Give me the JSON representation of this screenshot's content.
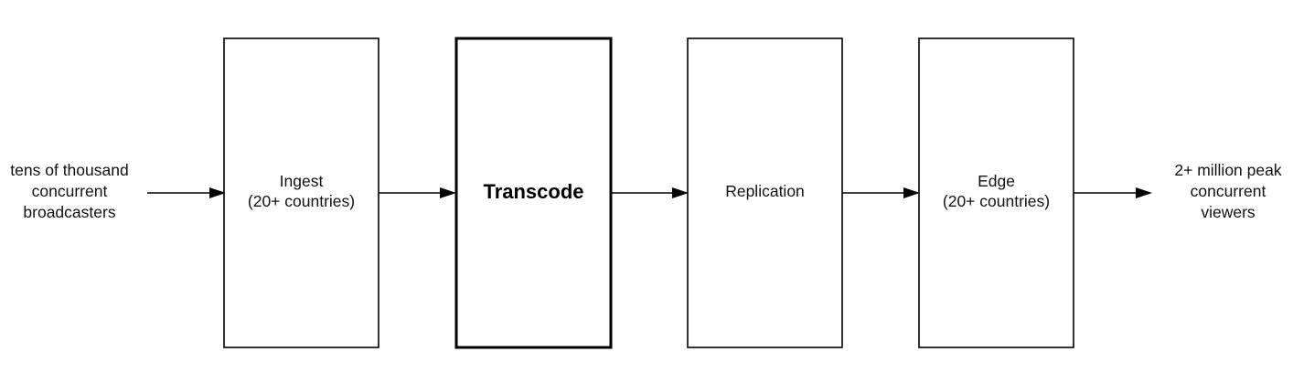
{
  "diagram": {
    "source": {
      "lines": [
        "tens of thousand",
        "concurrent",
        "broadcasters"
      ]
    },
    "stages": [
      {
        "id": "ingest",
        "lines": [
          "Ingest",
          "(20+ countries)"
        ],
        "emphasized": false
      },
      {
        "id": "transcode",
        "lines": [
          "Transcode"
        ],
        "emphasized": true
      },
      {
        "id": "replication",
        "lines": [
          "Replication"
        ],
        "emphasized": false
      },
      {
        "id": "edge",
        "lines": [
          "Edge",
          "(20+ countries)"
        ],
        "emphasized": false
      }
    ],
    "sink": {
      "lines": [
        "2+ million peak",
        "concurrent",
        "viewers"
      ]
    },
    "colors": {
      "stroke": "#000000",
      "fill": "#ffffff",
      "text": "#111111"
    }
  }
}
